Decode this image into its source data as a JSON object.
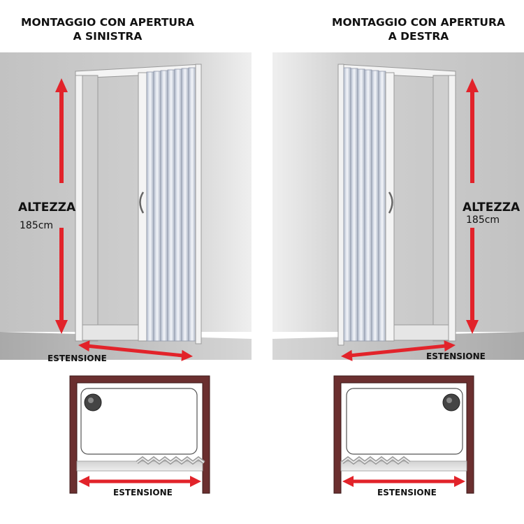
{
  "left_panel": {
    "title_line1": "MONTAGGIO CON APERTURA",
    "title_line2": "A SINISTRA",
    "height_label": "ALTEZZA",
    "height_value": "185cm",
    "width_label": "ESTENSIONE",
    "plan_width_label": "ESTENSIONE"
  },
  "right_panel": {
    "title_line1": "MONTAGGIO CON APERTURA",
    "title_line2": "A DESTRA",
    "height_label": "ALTEZZA",
    "height_value": "185cm",
    "width_label": "ESTENSIONE",
    "plan_width_label": "ESTENSIONE"
  },
  "colors": {
    "arrow": "#e2232a",
    "wall_frame": "#6b2f2f",
    "door_frame": "#f2f2f2",
    "wall_gray": "#c4c4c4"
  }
}
